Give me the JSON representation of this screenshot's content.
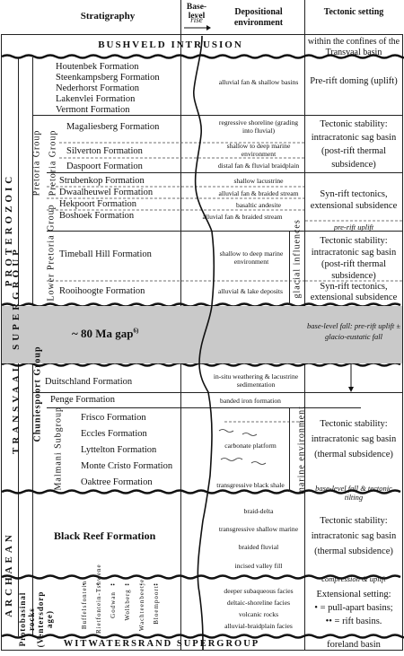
{
  "header": {
    "stratigraphy": "Stratigraphy",
    "baselevel": "Base-level",
    "rise": "rise",
    "depositional": "Depositional environment",
    "tectonic": "Tectonic setting"
  },
  "bushveld": {
    "name": "BUSHVELD  INTRUSION",
    "tectonic": "within the confines of the Transvaal basin"
  },
  "vertical": {
    "archaean": "ARCHAEAN",
    "proterozoic": "PROTEROZOIC",
    "transvaal": "TRANSVAAL",
    "supergroup": "SUPERGROUP",
    "pretoria_group": "Pretoria Group",
    "upper_pretoria": "Pretoria Group",
    "lower_pretoria": "Lower Pretoria Group",
    "chuniespoort": "Chuniespoort Group",
    "malmani": "Malmani Subgroup",
    "protobasinal": "Protobasinal rocks (Ventersdorp age)",
    "glacial": "glacial influences",
    "marine": "marine environment"
  },
  "formations": {
    "houtenbek": "Houtenbek Formation",
    "steenkampsberg": "Steenkampsberg Formation",
    "nederhorst": "Nederhorst Formation",
    "lakenvlei": "Lakenvlei Formation",
    "vermont": "Vermont Formation",
    "magaliesberg": "Magaliesberg Formation",
    "silverton": "Silverton Formation",
    "daspoort": "Daspoort Formation",
    "strubenkop": "Strubenkop Formation",
    "dwaalheuwel": "Dwaalheuwel Formation",
    "hekpoort": "Hekpoort Formation",
    "boshoek": "Boshoek Formation",
    "timeball": "Timeball Hill Formation",
    "rooihoogte": "Rooihoogte Formation",
    "gap": "~ 80 Ma gap",
    "gap_sup": "6)",
    "duitschland": "Duitschland Formation",
    "penge": "Penge Formation",
    "frisco": "Frisco Formation",
    "eccles": "Eccles Formation",
    "lyttelton": "Lyttelton Formation",
    "montecristo": "Monte Cristo Formation",
    "oaktree": "Oaktree Formation",
    "blackreef": "Black Reef Formation",
    "buffelsfontein": "Buffelsfontein",
    "rietfontein": "Rietfontein-Tshwene",
    "godwan": "Godwan",
    "wolkberg": "Wolkberg",
    "wachteenbeetje": "Wachteenbeetje",
    "bloempoort": "Bloempoort",
    "witwatersrand": "WITWATERSRAND  SUPERGROUP"
  },
  "environment": {
    "alluvial_fan": "alluvial fan & shallow basins",
    "regressive": "regressive shoreline (grading into fluvial)",
    "shallow_deep1": "shallow to deep marine environment",
    "distal_fan": "distal fan & fluvial braidplain",
    "shallow_lac": "shallow lacustrine",
    "alluvial_braided": "alluvial fan & braided stream",
    "basaltic": "basaltic andesite",
    "alluvial_braided2": "alluvial fan & braided stream",
    "shallow_deep2": "shallow to deep marine environment",
    "alluvial_lake": "alluvial & lake deposits",
    "insitu": "in-situ weathering & lacustrine sedimentation",
    "banded": "banded iron formation",
    "carbonate": "carbonate platform",
    "transgressive_black": "transgressive black shale",
    "braid_delta": "braid-delta",
    "transgressive_shallow": "transgressive shallow marine",
    "braided_fluvial": "braided fluvial",
    "incised": "incised valley fill",
    "deeper": "deeper subaqueous facies",
    "deltaic": "deltaic-shoreline facies",
    "volcanic": "volcanic rocks",
    "alluvial_braidplain": "alluvial-braidplain facies"
  },
  "tectonic": {
    "prerift_doming": "Pre-rift doming (uplift)",
    "stability1": "Tectonic stability: intracratonic sag basin (post-rift thermal subsidence)",
    "synrift1": "Syn-rift tectonics, extensional subsidence",
    "prerift_uplift": "pre-rift uplift",
    "stability2": "Tectonic stability: intracratonic sag basin (post-rift thermal subsidence)",
    "synrift2": "Syn-rift tectonics, extensional subsidence",
    "baselevel_fall": "base-level fall: pre-rift uplift ± glacio-eustatic fall",
    "stability3": "Tectonic stability: intracratonic sag basin (thermal subsidence)",
    "baselevel_tilting": "base-level fall & tectonic tilting",
    "stability4": "Tectonic stability: intracratonic sag basin (thermal subsidence)",
    "compression": "compression & uplift",
    "extensional": "Extensional setting:",
    "pullapart": "• = pull-apart basins;",
    "riftbasins": "•• = rift basins.",
    "foreland": "foreland basin"
  }
}
